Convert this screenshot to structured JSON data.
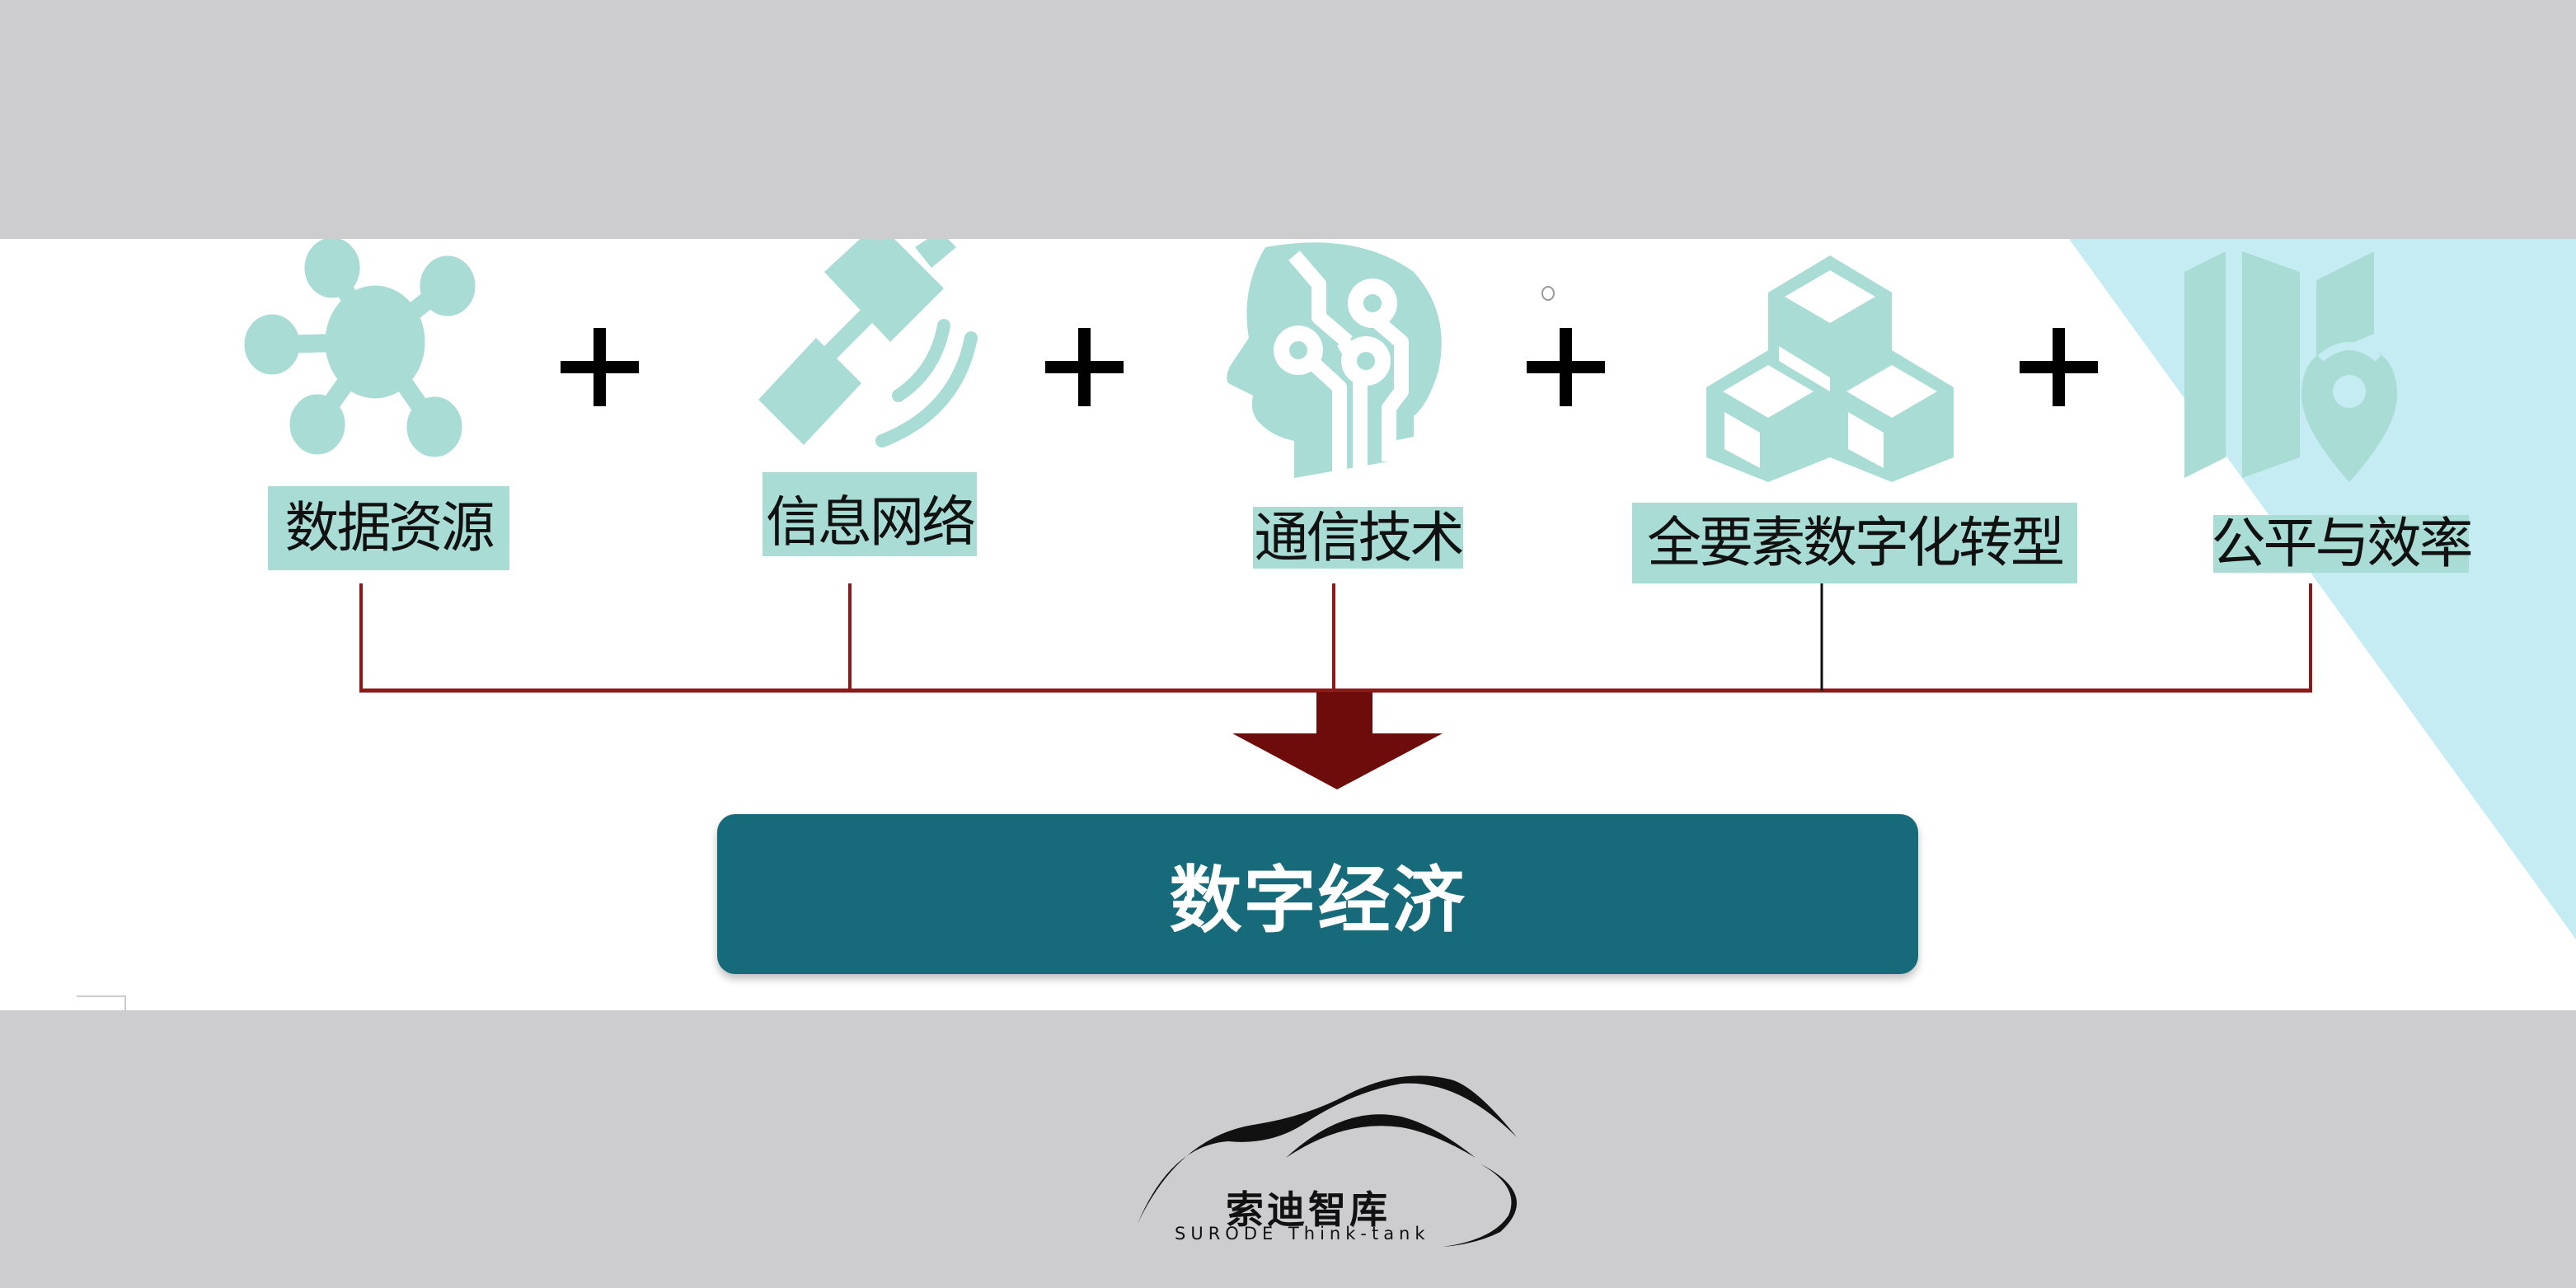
{
  "diagram": {
    "inputs": [
      {
        "label": "数据资源",
        "icon": "network-nodes-icon"
      },
      {
        "label": "信息网络",
        "icon": "satellite-icon"
      },
      {
        "label": "通信技术",
        "icon": "ai-head-circuit-icon"
      },
      {
        "label": "全要素数字化转型",
        "icon": "stacked-cubes-icon"
      },
      {
        "label": "公平与效率",
        "icon": "map-pin-icon"
      }
    ],
    "operator": "+",
    "result": "数字经济"
  },
  "colors": {
    "icon_fill": "#a8dcd4",
    "label_bg": "#a8dcd4",
    "connector": "#8b1a1a",
    "arrow": "#6e0c0c",
    "result_bg": "#166a79",
    "corner_triangle": "#c6ecf3",
    "page_band": "#cdcdcf"
  },
  "footer": {
    "logo_cn": "索迪智库",
    "logo_en": "SURODE Think-tank"
  }
}
